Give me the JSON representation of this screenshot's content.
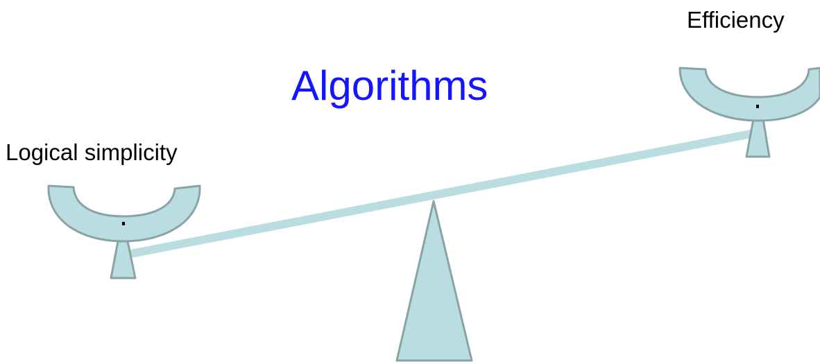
{
  "diagram": {
    "title": "Algorithms",
    "left_pan_label": "Logical simplicity",
    "right_pan_label": "Efficiency"
  },
  "colors": {
    "title": "#1414ff",
    "labels": "#000000",
    "fill": "#b9dde0",
    "stroke": "#8aa3a5"
  }
}
